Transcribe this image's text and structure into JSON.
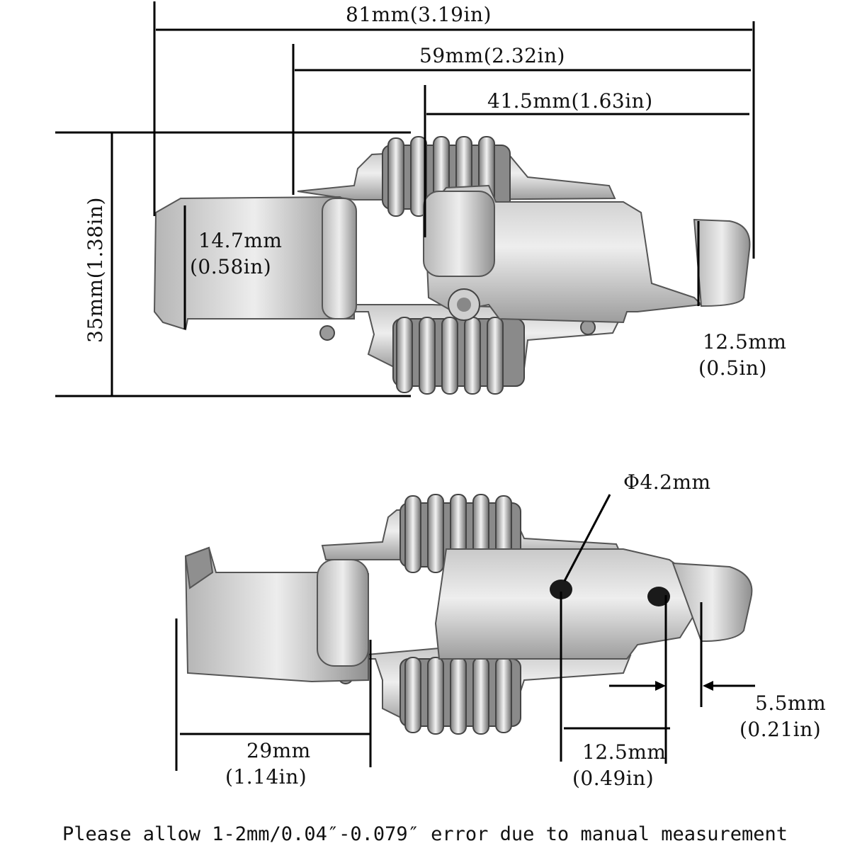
{
  "top_view": {
    "dim_overall": "81mm(3.19in)",
    "dim_mid": "59mm(2.32in)",
    "dim_inner": "41.5mm(1.63in)",
    "dim_height": "35mm(1.38in)",
    "hook_width_mm": "14.7mm",
    "hook_width_in": "(0.58in)",
    "tip_width_mm": "12.5mm",
    "tip_width_in": "(0.5in)"
  },
  "bottom_view": {
    "hole_diameter": "Φ4.2mm",
    "hook_len_mm": "29mm",
    "hook_len_in": "(1.14in)",
    "hole_spacing_mm": "12.5mm",
    "hole_spacing_in": "(0.49in)",
    "edge_dist_mm": "5.5mm",
    "edge_dist_in": "(0.21in)"
  },
  "note": "Please allow 1-2mm/0.04″-0.079″ error due to manual measurement",
  "colors": {
    "steel_light": "#d8d8d8",
    "steel_mid": "#a9a9a9",
    "steel_dark": "#6e6e6e",
    "line": "#000000"
  }
}
